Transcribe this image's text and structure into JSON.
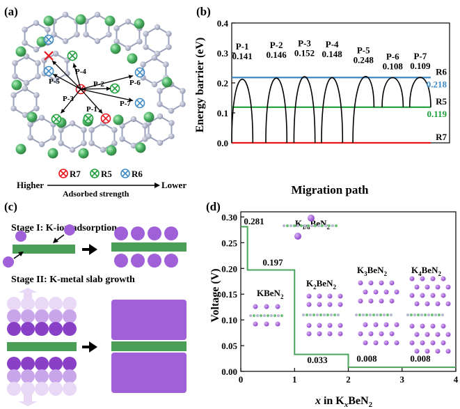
{
  "panel_labels": {
    "a": "(a)",
    "b": "(b)",
    "c": "(c)",
    "d": "(d)"
  },
  "colors": {
    "red": "#e8141b",
    "green": "#1e9e3c",
    "blue": "#3e8ac6",
    "lattice_green": "#3c9a50",
    "k_purple": "#a060d8",
    "k_dark": "#8a3fc7",
    "k_light": "#c9a6ea",
    "k_pale": "#ead9f6",
    "slab_green": "#4a9e58",
    "n_gray": "#a8aec6",
    "axis": "#000000"
  },
  "panel_a": {
    "path_labels": [
      "P-1",
      "P-2",
      "P-3",
      "P-4",
      "P-5",
      "P-6",
      "P-7"
    ],
    "legend": {
      "r7": "R7",
      "r5": "R5",
      "r6": "R6"
    },
    "higher": "Higher",
    "lower": "Lower",
    "strength_label": "Adsorbed strength"
  },
  "panel_b": {
    "xlabel": "Migration path",
    "ylabel": "Energy barrier (eV)"
  },
  "panel_c": {
    "stage1": "Stage I: K-ion adsorption",
    "stage2": "Stage II: K-metal slab growth"
  },
  "panel_d": {
    "xlabel_x": "x",
    "xlabel_in": " in K",
    "xlabel_sub": "x",
    "xlabel_tail": "BeN",
    "xlabel_sub2": "2",
    "ylabel": "Voltage (V)",
    "phases": {
      "k18": {
        "base": "K",
        "sub1": "1/8",
        "mid": "BeN",
        "sub2": "2"
      },
      "k1": {
        "base": "KBeN",
        "sub2": "2"
      },
      "k2": {
        "base": "K",
        "sub1": "2",
        "mid": "BeN",
        "sub2": "2"
      },
      "k3": {
        "base": "K",
        "sub1": "3",
        "mid": "BeN",
        "sub2": "2"
      },
      "k4": {
        "base": "K",
        "sub1": "4",
        "mid": "BeN",
        "sub2": "2"
      }
    }
  },
  "chart_data": [
    {
      "type": "line",
      "title": "",
      "xlabel": "Migration path",
      "ylabel": "Energy barrier (eV)",
      "ylim": [
        0.0,
        0.4
      ],
      "yticks": [
        "0.0",
        "0.1",
        "0.2",
        "0.3",
        "0.4"
      ],
      "paths": [
        {
          "name": "P-1",
          "start": "R5",
          "barrier": 0.141
        },
        {
          "name": "P-2",
          "start": "R5",
          "barrier": 0.146
        },
        {
          "name": "P-3",
          "start": "R5",
          "barrier": 0.152
        },
        {
          "name": "P-4",
          "start": "R5",
          "barrier": 0.148
        },
        {
          "name": "P-5",
          "start": "R7",
          "barrier": 0.248
        },
        {
          "name": "P-6",
          "start": "R5",
          "barrier": 0.108
        },
        {
          "name": "P-7",
          "start": "R5",
          "barrier": 0.109
        }
      ],
      "levels": [
        {
          "name": "R6",
          "value": 0.218,
          "label": "0.218",
          "color": "#3e8ac6"
        },
        {
          "name": "R5",
          "value": 0.119,
          "label": "0.119",
          "color": "#1e9e3c"
        },
        {
          "name": "R7",
          "value": 0.0,
          "label": "",
          "color": "#e8141b"
        }
      ]
    },
    {
      "type": "line",
      "title": "",
      "xlabel": "x in KxBeN2",
      "ylabel": "Voltage (V)",
      "xlim": [
        0,
        4
      ],
      "ylim": [
        0.0,
        0.31
      ],
      "xticks": [
        "0",
        "1",
        "2",
        "3",
        "4"
      ],
      "yticks": [
        "0.00",
        "0.05",
        "0.10",
        "0.15",
        "0.20",
        "0.25",
        "0.30"
      ],
      "steps": [
        {
          "x0": 0.0,
          "x1": 0.125,
          "voltage": 0.281,
          "label": "0.281"
        },
        {
          "x0": 0.125,
          "x1": 1.0,
          "voltage": 0.197,
          "label": "0.197"
        },
        {
          "x0": 1.0,
          "x1": 2.0,
          "voltage": 0.033,
          "label": "0.033"
        },
        {
          "x0": 2.0,
          "x1": 3.0,
          "voltage": 0.008,
          "label": "0.008"
        },
        {
          "x0": 3.0,
          "x1": 4.0,
          "voltage": 0.008,
          "label": "0.008"
        }
      ],
      "line_color": "#4aa55a"
    }
  ]
}
